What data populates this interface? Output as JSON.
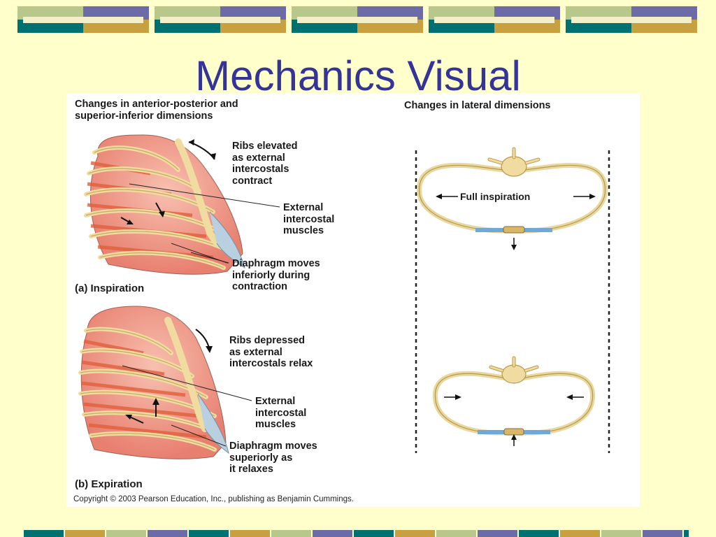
{
  "slide": {
    "title": "Mechanics Visual"
  },
  "colors": {
    "background": "#ffffcc",
    "title": "#333399",
    "band_teal": "#007070",
    "band_purple": "#6b6ba8",
    "band_gold": "#c8a040",
    "band_sage": "#b8c88a",
    "muscle": "#f08070",
    "rib": "#f0dca0",
    "cartilage": "#b8d0e0"
  },
  "figure": {
    "left_header": "Changes in anterior-posterior and\nsuperior-inferior dimensions",
    "right_header": "Changes in lateral dimensions",
    "panel_a": {
      "label": "(a) Inspiration",
      "ribs_label": "Ribs elevated\nas external\nintercostals\ncontract",
      "muscle_label": "External\nintercostal\nmuscles",
      "diaphragm_label": "Diaphragm moves\ninferiorly during\ncontraction"
    },
    "panel_b": {
      "label": "(b) Expiration",
      "ribs_label": "Ribs depressed\nas external\nintercostals relax",
      "muscle_label": "External\nintercostal\nmuscles",
      "diaphragm_label": "Diaphragm moves\nsuperiorly as\nit relaxes"
    },
    "lateral_label": "Full inspiration",
    "copyright": "Copyright © 2003 Pearson Education, Inc., publishing as Benjamin Cummings."
  }
}
